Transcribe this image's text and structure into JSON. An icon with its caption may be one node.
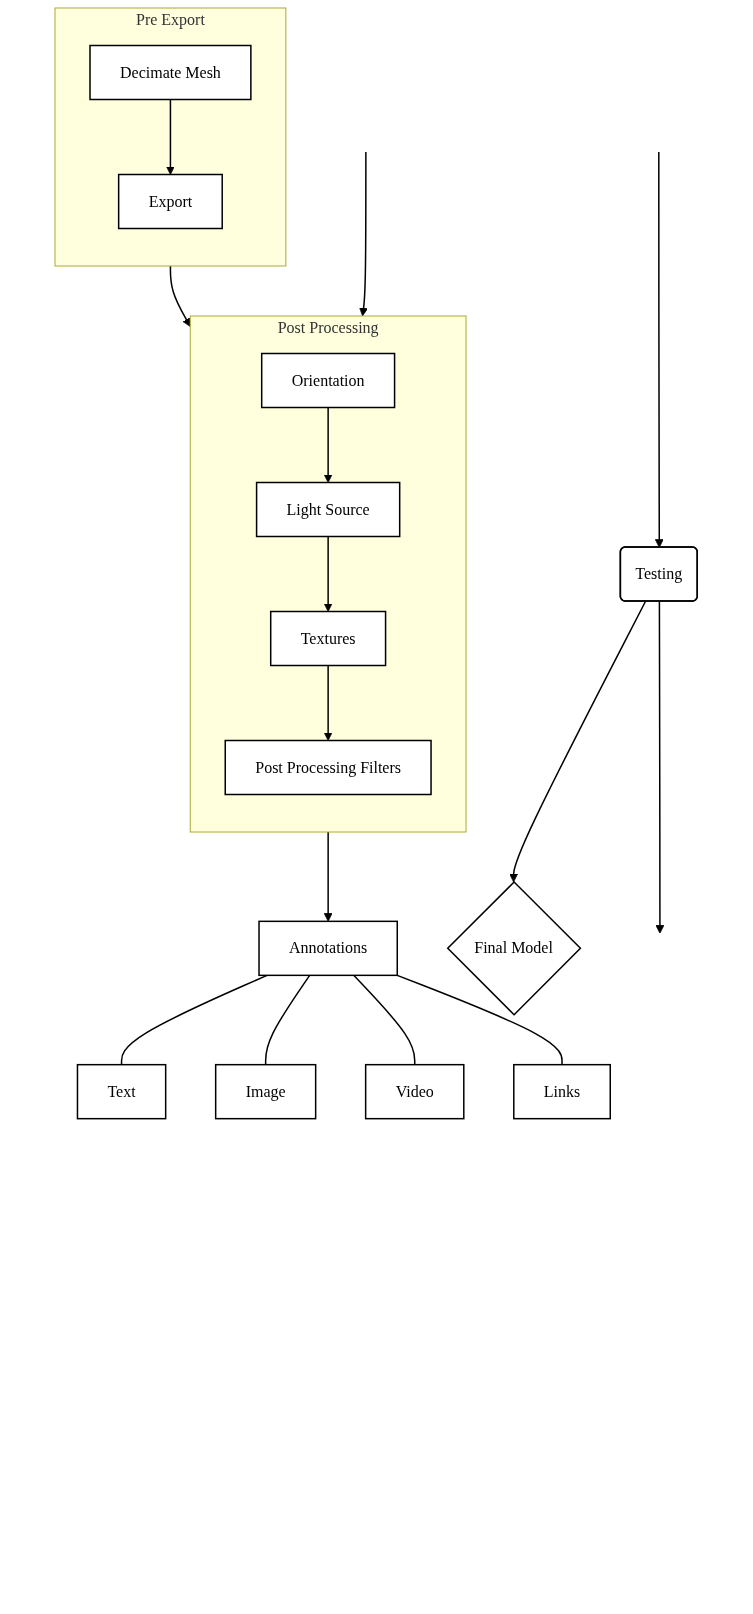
{
  "diagram": {
    "nodes": [
      {
        "text": [
          "Pre Export"
        ]
      },
      {
        "text": [
          "Decimate Mesh"
        ],
        "in": 0
      },
      {
        "text": [
          "Export"
        ],
        "in": 0
      },
      {
        "text": [
          "Post Processing"
        ]
      },
      {
        "text": [
          "Orientation"
        ],
        "in": 3
      },
      {
        "text": [
          "Light Source"
        ],
        "in": 3
      },
      {
        "text": [
          "Textures"
        ],
        "in": 3
      },
      {
        "text": [
          "Post Processing Filters"
        ],
        "in": 3
      },
      {
        "text": [
          "Annotations"
        ]
      },
      {
        "text": [
          "Text"
        ]
      },
      {
        "text": [
          "Image"
        ]
      },
      {
        "text": [
          "Video"
        ]
      },
      {
        "text": [
          "Links"
        ]
      },
      {
        "text": [
          "Testing"
        ]
      },
      {
        "text": [
          "Final Model"
        ]
      }
    ],
    "edges": [
      {
        "from": 1,
        "to": 2,
        "arrow": "to"
      },
      {
        "from": 0,
        "to": 3,
        "arrow": "to"
      },
      {
        "from": 4,
        "to": 5,
        "arrow": "to"
      },
      {
        "from": 5,
        "to": 6,
        "arrow": "to"
      },
      {
        "from": 6,
        "to": 7,
        "arrow": "to"
      },
      {
        "from": null,
        "to": 3,
        "arrow": "to"
      },
      {
        "from": 3,
        "to": 8,
        "arrow": "to"
      },
      {
        "from": 8,
        "to": 9,
        "arrow": "none"
      },
      {
        "from": 8,
        "to": 10,
        "arrow": "none"
      },
      {
        "from": 8,
        "to": 11,
        "arrow": "none"
      },
      {
        "from": 8,
        "to": 12,
        "arrow": "none"
      },
      {
        "from": null,
        "to": 13,
        "arrow": "to"
      },
      {
        "from": 13,
        "to": null,
        "arrow": "to"
      },
      {
        "from": 13,
        "to": 14,
        "arrow": "to"
      }
    ]
  }
}
